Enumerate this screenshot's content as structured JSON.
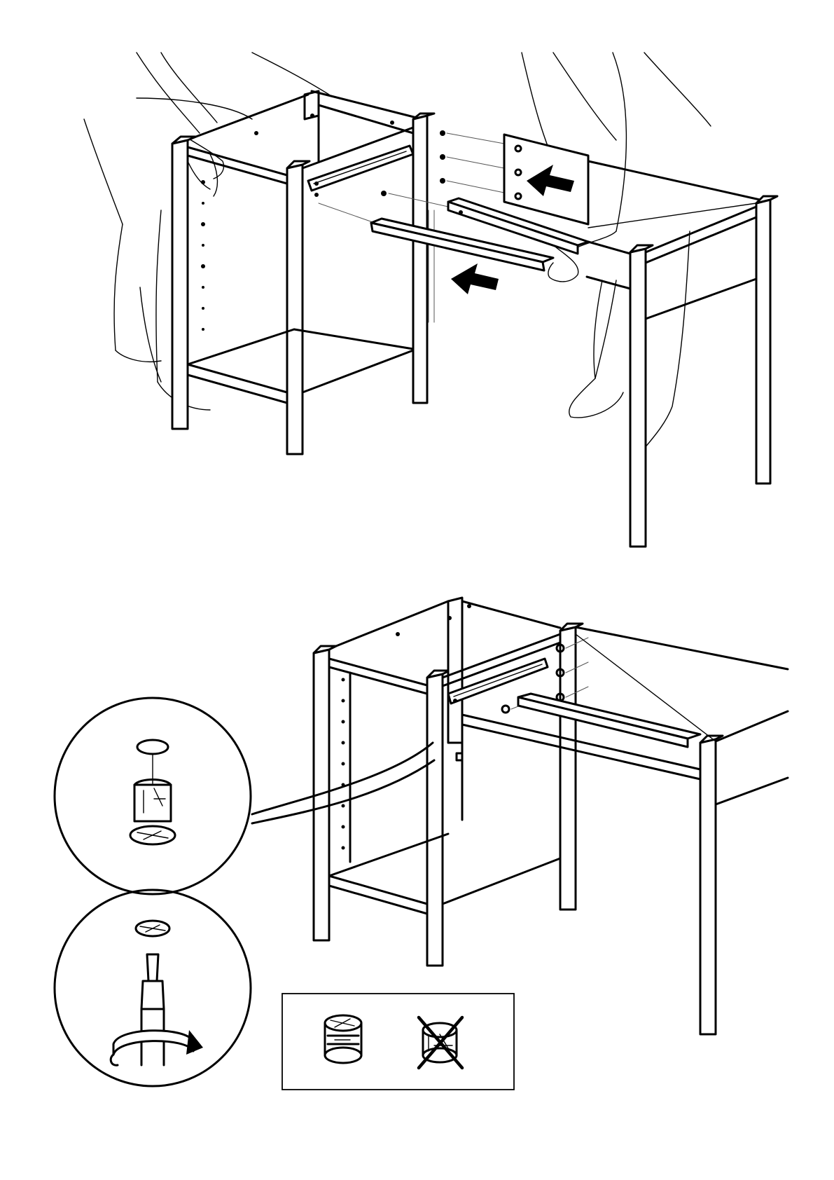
{
  "page": {
    "background": "#ffffff",
    "ink": "#000000"
  },
  "steps": [
    {
      "name": "attach-crossbar-step",
      "arrows": [
        "left-arrow",
        "left-arrow"
      ]
    },
    {
      "name": "tighten-cam-lock-step",
      "details": [
        "cam-lock-insert-detail",
        "cam-lock-screwdriver-detail"
      ]
    }
  ],
  "orientation_box": {
    "correct_icon": "cam-lock-correct-icon",
    "wrong_icon": "cam-lock-wrong-icon"
  }
}
